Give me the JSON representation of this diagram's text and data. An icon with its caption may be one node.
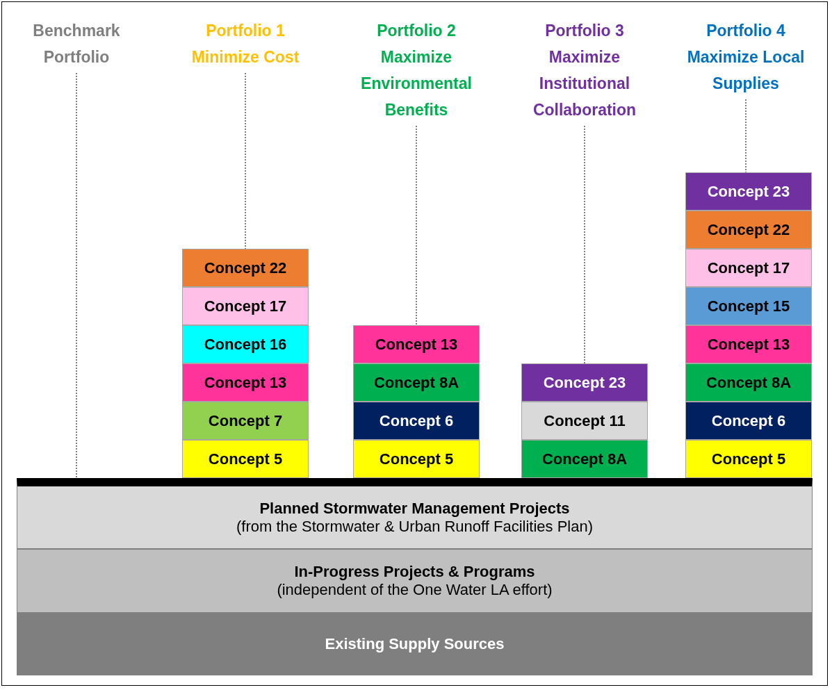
{
  "diagram": {
    "nodes": [
      {
        "text": [
          "Benchmark Portfolio"
        ]
      },
      {
        "text": [
          "Portfolio 1",
          "Minimize Cost"
        ]
      },
      {
        "text": [
          "Portfolio 2",
          "Maximize Environmental Benefits"
        ]
      },
      {
        "text": [
          "Portfolio 3",
          "Maximize Institutional Collaboration"
        ]
      },
      {
        "text": [
          "Portfolio 4",
          "Maximize Local Supplies"
        ]
      },
      {
        "text": [
          "Concept 22"
        ]
      },
      {
        "text": [
          "Concept 17"
        ]
      },
      {
        "text": [
          "Concept 16"
        ]
      },
      {
        "text": [
          "Concept 13"
        ]
      },
      {
        "text": [
          "Concept 7"
        ]
      },
      {
        "text": [
          "Concept 5"
        ]
      },
      {
        "text": [
          "Concept 13"
        ]
      },
      {
        "text": [
          "Concept 8A"
        ]
      },
      {
        "text": [
          "Concept 6"
        ]
      },
      {
        "text": [
          "Concept 5"
        ]
      },
      {
        "text": [
          "Concept 23"
        ]
      },
      {
        "text": [
          "Concept 11"
        ]
      },
      {
        "text": [
          "Concept 8A"
        ]
      },
      {
        "text": [
          "Concept 23"
        ]
      },
      {
        "text": [
          "Concept 22"
        ]
      },
      {
        "text": [
          "Concept 17"
        ]
      },
      {
        "text": [
          "Concept 15"
        ]
      },
      {
        "text": [
          "Concept 13"
        ]
      },
      {
        "text": [
          "Concept 8A"
        ]
      },
      {
        "text": [
          "Concept 6"
        ]
      },
      {
        "text": [
          "Concept 5"
        ]
      },
      {
        "text": [
          "Planned Stormwater Management Projects",
          "(from the Stormwater & Urban Runoff Facilities Plan)"
        ]
      },
      {
        "text": [
          "In-Progress Projects & Programs",
          "(independent of the One Water LA effort)"
        ]
      },
      {
        "text": [
          "Existing Supply Sources"
        ]
      }
    ],
    "edges": [
      {
        "from": 0,
        "to": 26,
        "arrow": "none",
        "style": "dashed"
      },
      {
        "from": 1,
        "to": 5,
        "arrow": "none",
        "style": "dashed"
      },
      {
        "from": 2,
        "to": 11,
        "arrow": "none",
        "style": "dashed"
      },
      {
        "from": 3,
        "to": 15,
        "arrow": "none",
        "style": "dashed"
      },
      {
        "from": 4,
        "to": 18,
        "arrow": "none",
        "style": "dashed"
      }
    ]
  }
}
